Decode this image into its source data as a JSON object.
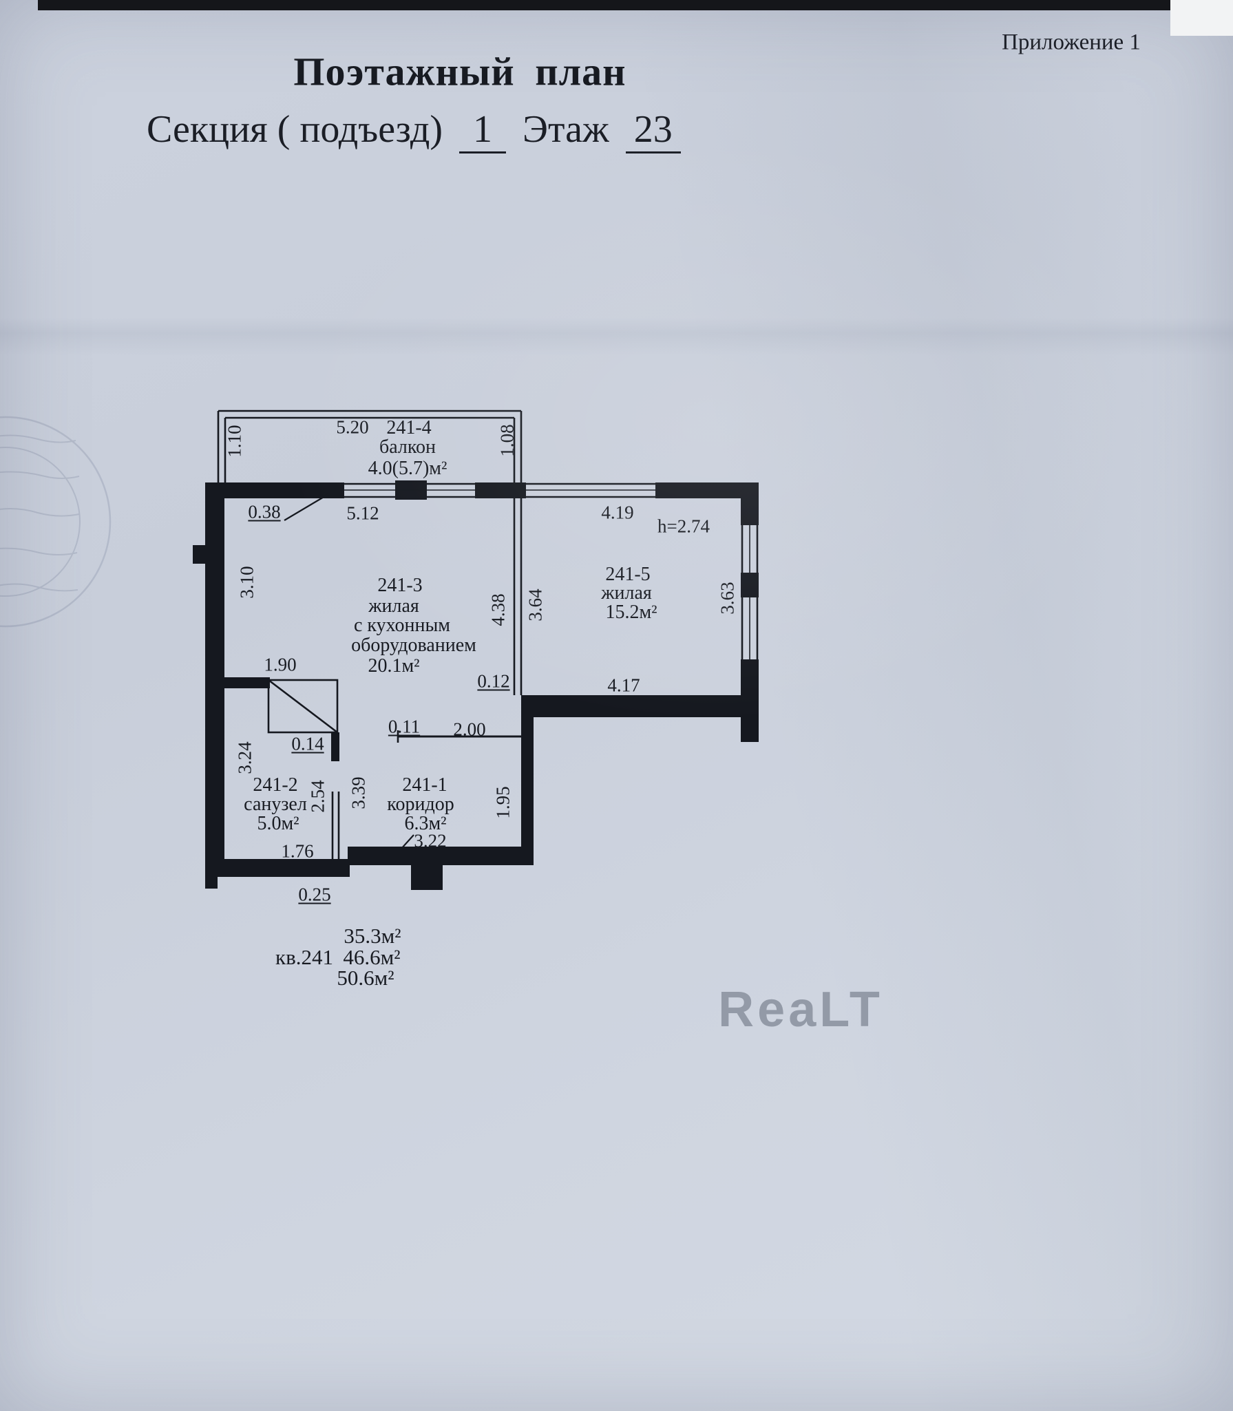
{
  "header": {
    "appendix": "Приложение 1",
    "title": "Поэтажный план",
    "section_label": "Секция ( подъезд)",
    "section_value": "1",
    "floor_label": "Этаж",
    "floor_value": "23"
  },
  "plan": {
    "balcony": {
      "id": "241-4",
      "name": "балкон",
      "area": "4.0(5.7)м²"
    },
    "living_kitchen": {
      "id": "241-3",
      "line1": "жилая",
      "line2": "с кухонным",
      "line3": "оборудованием",
      "area": "20.1м²"
    },
    "living": {
      "id": "241-5",
      "name": "жилая",
      "area": "15.2м²"
    },
    "bathroom": {
      "id": "241-2",
      "name": "санузел",
      "area": "5.0м²"
    },
    "corridor": {
      "id": "241-1",
      "name": "коридор",
      "area": "6.3м²"
    },
    "height_note": "h=2.74",
    "dims": {
      "w520": "5.20",
      "w110": "1.10",
      "w108": "1.08",
      "t038": "0.38",
      "w512": "5.12",
      "w419": "4.19",
      "h310": "3.10",
      "h438": "4.38",
      "h364": "3.64",
      "h363": "3.63",
      "w190": "1.90",
      "t012": "0.12",
      "w417": "4.17",
      "t011": "0.11",
      "w200": "2.00",
      "t014": "0.14",
      "h324": "3.24",
      "h254": "2.54",
      "h339": "3.39",
      "h195": "1.95",
      "w176": "1.76",
      "w322": "3.22",
      "t025": "0.25"
    }
  },
  "summary": {
    "apartment": "кв.241",
    "area1": "35.3м²",
    "area2": "46.6м²",
    "area3": "50.6м²"
  },
  "watermark": "ReaLT"
}
